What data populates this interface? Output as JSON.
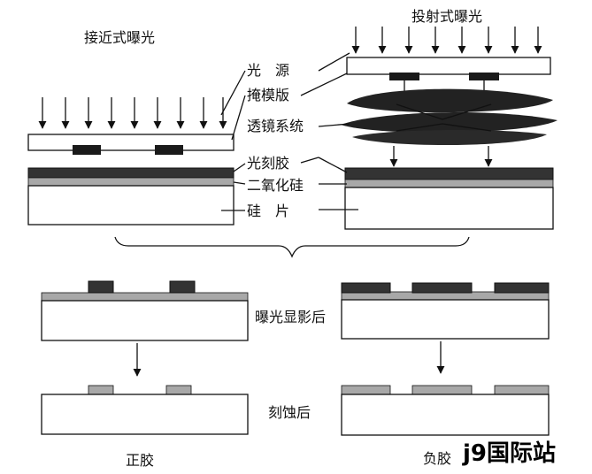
{
  "titles": {
    "contact": "接近式曝光",
    "projection": "投射式曝光"
  },
  "layer_labels": {
    "light": "光　源",
    "mask": "掩模版",
    "lens": "透镜系统",
    "photoresist": "光刻胶",
    "oxide": "二氧化硅",
    "wafer": "硅　片"
  },
  "step_labels": {
    "after_develop": "曝光显影后",
    "after_etch": "刻蚀后"
  },
  "resist_types": {
    "positive": "正胶",
    "negative": "负胶"
  },
  "watermark": "j9国际站",
  "colors": {
    "resist": "#333333",
    "oxide": "#a8a8a8",
    "mask_pattern": "#1a1a1a",
    "substrate": "#ffffff"
  }
}
